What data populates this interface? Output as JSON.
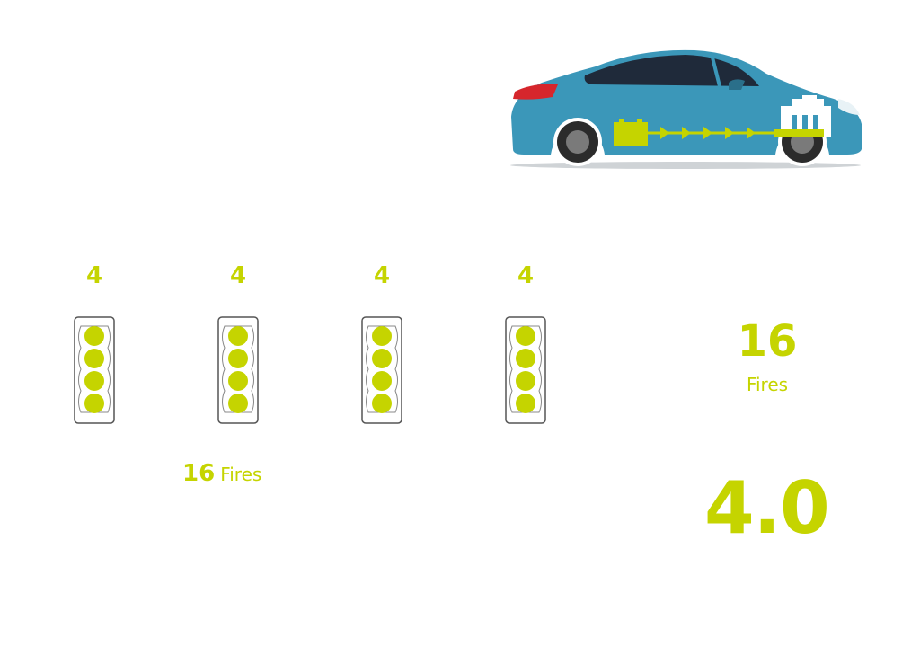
{
  "colors": {
    "accent": "#c5d400",
    "car_body": "#3b97b9",
    "window": "#1f2a3a",
    "tail_light": "#d6262c"
  },
  "car": {
    "icon": "electric-car-icon"
  },
  "cylinders": [
    {
      "count": "4"
    },
    {
      "count": "4"
    },
    {
      "count": "4"
    },
    {
      "count": "4"
    }
  ],
  "fires_summary": {
    "value": "16",
    "label": "Fires"
  },
  "right_fires": {
    "value": "16",
    "label": "Fires"
  },
  "displacement": "4.0"
}
